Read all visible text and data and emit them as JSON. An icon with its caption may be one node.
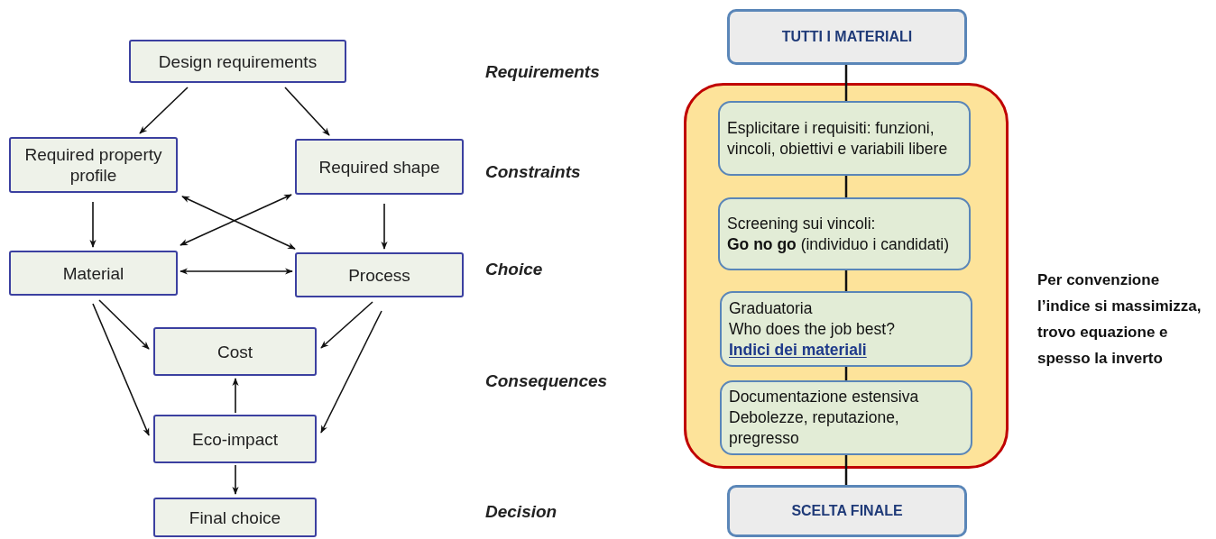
{
  "diagram": {
    "nodes": [
      {
        "text": [
          "Design requirements"
        ]
      },
      {
        "text": [
          "Required property profile"
        ]
      },
      {
        "text": [
          "Required shape"
        ]
      },
      {
        "text": [
          "Material"
        ]
      },
      {
        "text": [
          "Process"
        ]
      },
      {
        "text": [
          "Cost"
        ]
      },
      {
        "text": [
          "Eco-impact"
        ]
      },
      {
        "text": [
          "Final choice"
        ]
      },
      {
        "text": [
          "TUTTI I MATERIALI"
        ]
      },
      {
        "text": [],
        "shape": "box"
      },
      {
        "text": [
          "Esplicitare i requisiti: funzioni, vincoli, obiettivi e variabili libere"
        ],
        "in": 9
      },
      {
        "text": [
          "Screening sui vincoli:",
          "**Go no go** (individuo i candidati)"
        ],
        "in": 9
      },
      {
        "text": [
          "Graduatoria",
          "Who does the job best?",
          "Indici dei materiali"
        ],
        "in": 9
      },
      {
        "text": [
          "Documentazione estensiva",
          "Debolezze, reputazione, pregresso"
        ],
        "in": 9
      },
      {
        "text": [
          "SCELTA FINALE"
        ]
      }
    ],
    "edges": [
      {
        "from": 0,
        "to": 1,
        "arrow": "to"
      },
      {
        "from": 0,
        "to": 2,
        "arrow": "to"
      },
      {
        "from": 1,
        "to": 3,
        "arrow": "to"
      },
      {
        "from": 2,
        "to": 4,
        "arrow": "to"
      },
      {
        "from": 1,
        "to": 4,
        "arrow": "both"
      },
      {
        "from": 2,
        "to": 3,
        "arrow": "both"
      },
      {
        "from": 3,
        "to": 4,
        "arrow": "both"
      },
      {
        "from": 3,
        "to": 5,
        "arrow": "to"
      },
      {
        "from": 3,
        "to": 6,
        "arrow": "to"
      },
      {
        "from": 4,
        "to": 5,
        "arrow": "to"
      },
      {
        "from": 4,
        "to": 6,
        "arrow": "to"
      },
      {
        "from": 6,
        "to": 5,
        "arrow": "to"
      },
      {
        "from": 6,
        "to": 7,
        "arrow": "to"
      },
      {
        "from": 8,
        "to": 10,
        "arrow": "none"
      },
      {
        "from": 10,
        "to": 11,
        "arrow": "none"
      },
      {
        "from": 11,
        "to": 12,
        "arrow": "none"
      },
      {
        "from": 12,
        "to": 13,
        "arrow": "none"
      },
      {
        "from": 13,
        "to": 14,
        "arrow": "none"
      }
    ],
    "labels": [
      "Requirements",
      "Constraints",
      "Choice",
      "Consequences",
      "Decision",
      "Per convenzione **l’indice si massimizza**, trovo equazione e spesso la inverto"
    ]
  }
}
